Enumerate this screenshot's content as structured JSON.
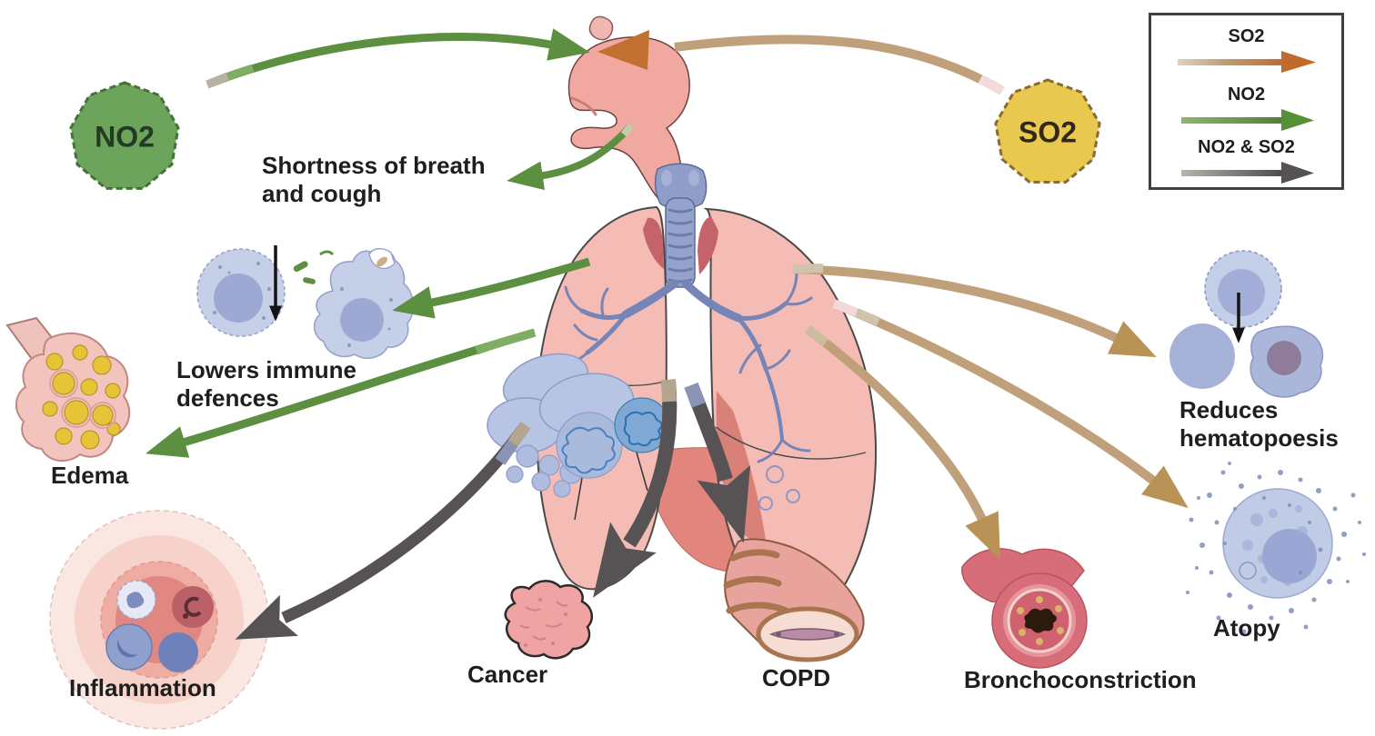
{
  "gases": {
    "no2": {
      "label": "NO2",
      "badge_color": "#6ca45c"
    },
    "so2": {
      "label": "SO2",
      "badge_color": "#e9c84f"
    }
  },
  "legend": {
    "items": [
      {
        "id": "so2",
        "label": "SO2",
        "arrow_color": "#c06a2e"
      },
      {
        "id": "no2",
        "label": "NO2",
        "arrow_color": "#5c8f3f"
      },
      {
        "id": "both",
        "label": "NO2 & SO2",
        "arrow_color": "#565152"
      }
    ]
  },
  "effects": {
    "shortness": {
      "label": "Shortness of breath and cough",
      "gas": "NO2"
    },
    "immune": {
      "label": "Lowers immune defences",
      "gas": "NO2"
    },
    "edema": {
      "label": "Edema",
      "gas": "NO2"
    },
    "inflammation": {
      "label": "Inflammation",
      "gas": "NO2 & SO2"
    },
    "cancer": {
      "label": "Cancer",
      "gas": "NO2 & SO2"
    },
    "copd": {
      "label": "COPD",
      "gas": "NO2 & SO2"
    },
    "bronchoconstriction": {
      "label": "Bronchoconstriction",
      "gas": "SO2"
    },
    "atopy": {
      "label": "Atopy",
      "gas": "SO2"
    },
    "hematopoesis": {
      "label": "Reduces hematopoesis",
      "gas": "SO2"
    }
  },
  "colors": {
    "no2_arrow": "#5c8f3f",
    "so2_arrow": "#bfa07a",
    "so2_head": "#c1702f",
    "combined_arrow": "#575253"
  }
}
